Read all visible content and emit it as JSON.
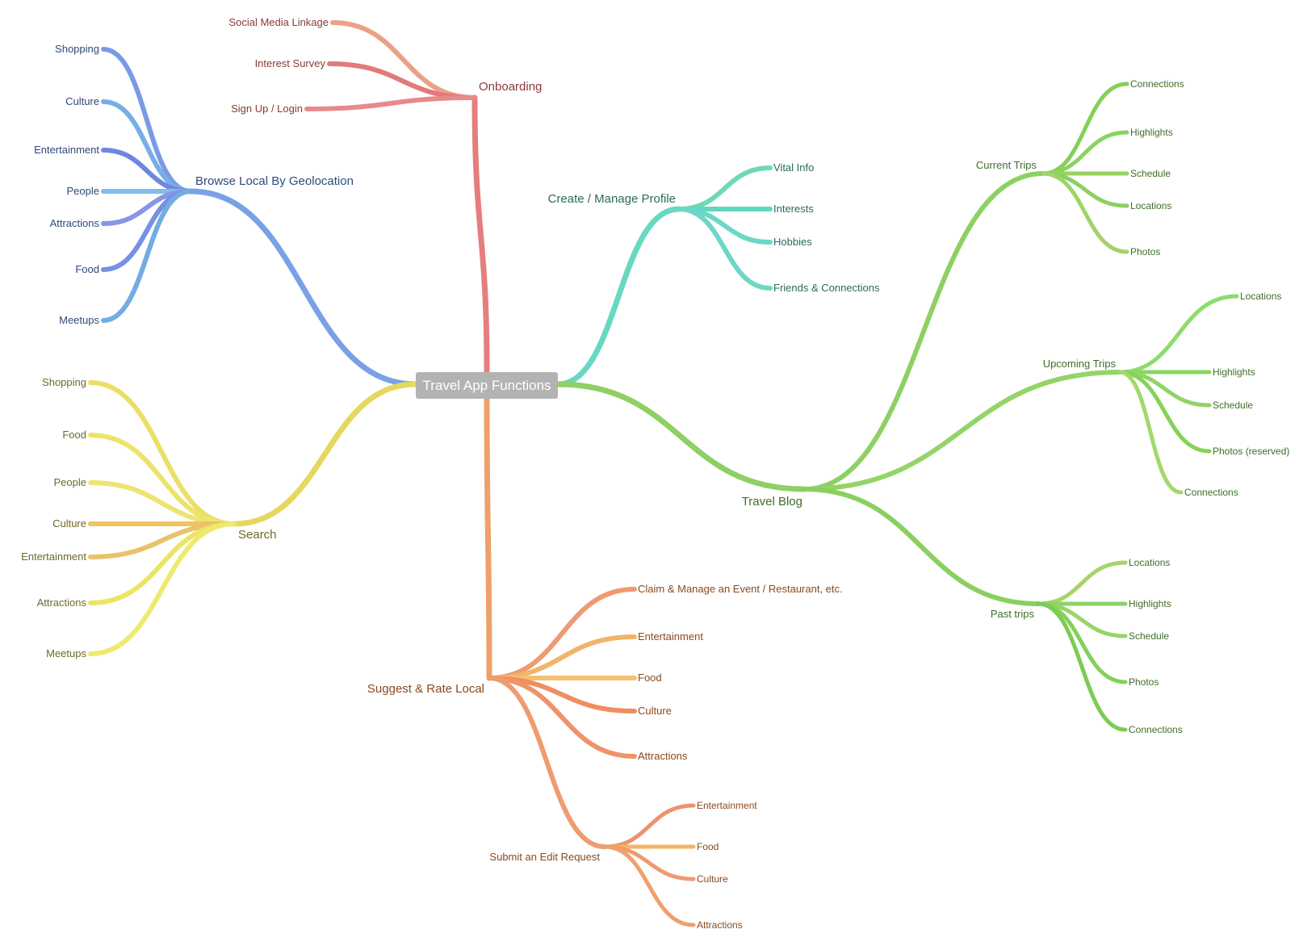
{
  "root": {
    "label": "Travel App Functions"
  },
  "branches": [
    {
      "id": "onboarding",
      "label": "Onboarding",
      "color": "#e57e7e",
      "text_color": "#8b3a3a",
      "children": [
        {
          "label": "Social Media Linkage",
          "color": "#eba088"
        },
        {
          "label": "Interest Survey",
          "color": "#e27a7a"
        },
        {
          "label": "Sign Up / Login",
          "color": "#e88a8a"
        }
      ]
    },
    {
      "id": "browse",
      "label": "Browse Local By Geolocation",
      "color": "#7aa0e6",
      "text_color": "#2e4a7a",
      "children": [
        {
          "label": "Shopping",
          "color": "#7a9ae8"
        },
        {
          "label": "Culture",
          "color": "#78aee6"
        },
        {
          "label": "Entertainment",
          "color": "#6f86e0"
        },
        {
          "label": "People",
          "color": "#80bcec"
        },
        {
          "label": "Attractions",
          "color": "#8896e6"
        },
        {
          "label": "Food",
          "color": "#7690e4"
        },
        {
          "label": "Meetups",
          "color": "#72ace2"
        }
      ]
    },
    {
      "id": "search",
      "label": "Search",
      "color": "#e6d85e",
      "text_color": "#6e6a2a",
      "children": [
        {
          "label": "Shopping",
          "color": "#eae066"
        },
        {
          "label": "Food",
          "color": "#ece46a"
        },
        {
          "label": "People",
          "color": "#eee470"
        },
        {
          "label": "Culture",
          "color": "#ecc460"
        },
        {
          "label": "Entertainment",
          "color": "#eac26a"
        },
        {
          "label": "Attractions",
          "color": "#eae664"
        },
        {
          "label": "Meetups",
          "color": "#eeea70"
        }
      ]
    },
    {
      "id": "profile",
      "label": "Create / Manage Profile",
      "color": "#68d8c2",
      "text_color": "#2a6a5e",
      "children": [
        {
          "label": "Vital Info",
          "color": "#6fd8b8"
        },
        {
          "label": "Interests",
          "color": "#5ed8c0"
        },
        {
          "label": "Hobbies",
          "color": "#6ad8c8"
        },
        {
          "label": "Friends & Connections",
          "color": "#70d6c6"
        }
      ]
    },
    {
      "id": "suggest",
      "label": "Suggest & Rate Local",
      "color": "#eea06a",
      "text_color": "#8a4a1e",
      "children": [
        {
          "label": "Claim & Manage an Event / Restaurant, etc.",
          "color": "#ee9a72"
        },
        {
          "label": "Entertainment",
          "color": "#f0b46a"
        },
        {
          "label": "Food",
          "color": "#f2c074"
        },
        {
          "label": "Culture",
          "color": "#ef8e62"
        },
        {
          "label": "Attractions",
          "color": "#ee9468"
        },
        {
          "label": "Submit an Edit Request",
          "color": "#ee9c70",
          "children": [
            {
              "label": "Entertainment",
              "color": "#ee9270"
            },
            {
              "label": "Food",
              "color": "#f0b664"
            },
            {
              "label": "Culture",
              "color": "#ee9a70"
            },
            {
              "label": "Attractions",
              "color": "#efa06c"
            }
          ]
        }
      ]
    },
    {
      "id": "blog",
      "label": "Travel Blog",
      "color": "#8ed064",
      "text_color": "#3e6e28",
      "children": [
        {
          "label": "Current Trips",
          "color": "#8ed064",
          "children": [
            {
              "label": "Connections",
              "color": "#84d058"
            },
            {
              "label": "Highlights",
              "color": "#88d45e"
            },
            {
              "label": "Schedule",
              "color": "#98d262"
            },
            {
              "label": "Locations",
              "color": "#8cd060"
            },
            {
              "label": "Photos",
              "color": "#a0d468"
            }
          ]
        },
        {
          "label": "Upcoming Trips",
          "color": "#94d468",
          "children": [
            {
              "label": "Locations",
              "color": "#8cdc6c"
            },
            {
              "label": "Highlights",
              "color": "#88d860"
            },
            {
              "label": "Schedule",
              "color": "#90d464"
            },
            {
              "label": "Photos (reserved)",
              "color": "#86d258"
            },
            {
              "label": "Connections",
              "color": "#a4d86e"
            }
          ]
        },
        {
          "label": "Past trips",
          "color": "#8ad060",
          "children": [
            {
              "label": "Locations",
              "color": "#a6d46c"
            },
            {
              "label": "Highlights",
              "color": "#8cd462"
            },
            {
              "label": "Schedule",
              "color": "#98d466"
            },
            {
              "label": "Photos",
              "color": "#84d05a"
            },
            {
              "label": "Connections",
              "color": "#7ccc54"
            }
          ]
        }
      ]
    }
  ]
}
